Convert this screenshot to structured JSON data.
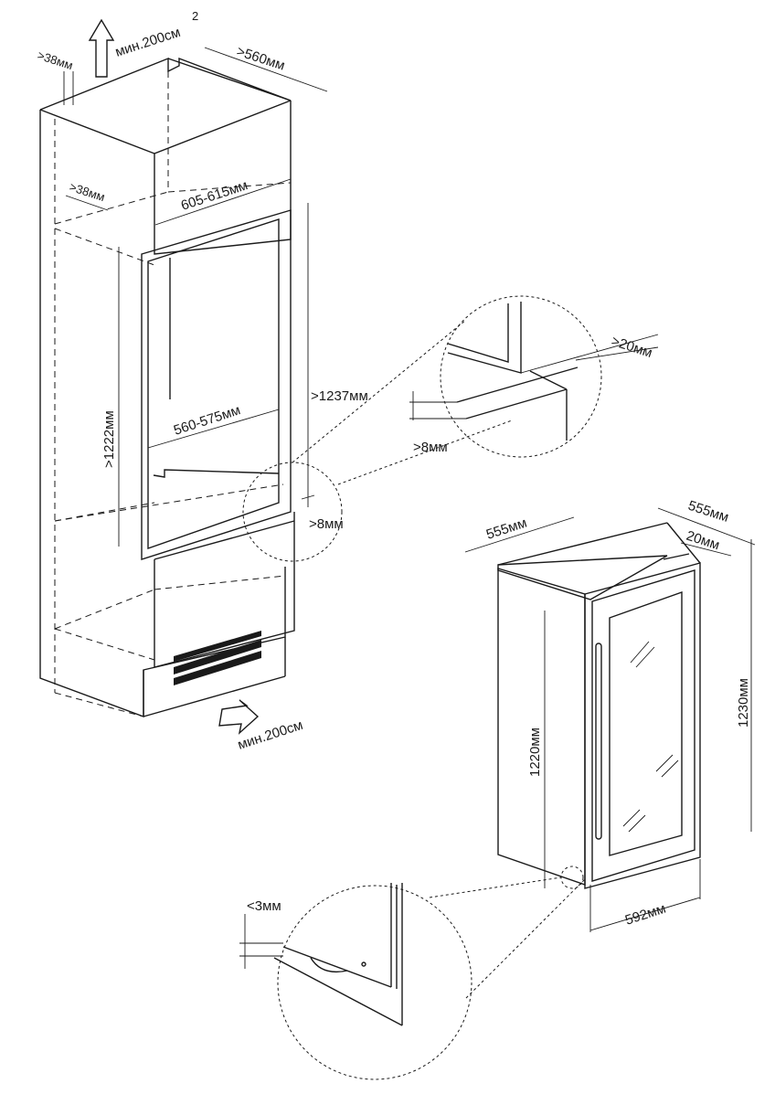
{
  "colors": {
    "line": "#1a1a1a",
    "background": "#ffffff"
  },
  "labels": {
    "top_gap": ">38мм",
    "airflow_top": "мин.200см",
    "airflow_top_sup": "2",
    "top_depth": ">560мм",
    "side_gap": ">38мм",
    "niche_width": "605-615мм",
    "niche_inner_width": "560-575мм",
    "niche_height_left": ">1222мм",
    "niche_height_right": ">1237мм",
    "shelf_gap": ">8мм",
    "detail_side_gap": ">20мм",
    "detail_bottom_gap": ">8мм",
    "airflow_bottom": "мин.200см",
    "unit_depth": "555мм",
    "unit_depth_right": "555мм",
    "door_offset": "20мм",
    "unit_height": "1220мм",
    "unit_total_height": "1230мм",
    "unit_width": "592мм",
    "base_gap": "<3мм"
  },
  "icons": [
    "arrow-up-icon",
    "arrow-in-icon"
  ]
}
